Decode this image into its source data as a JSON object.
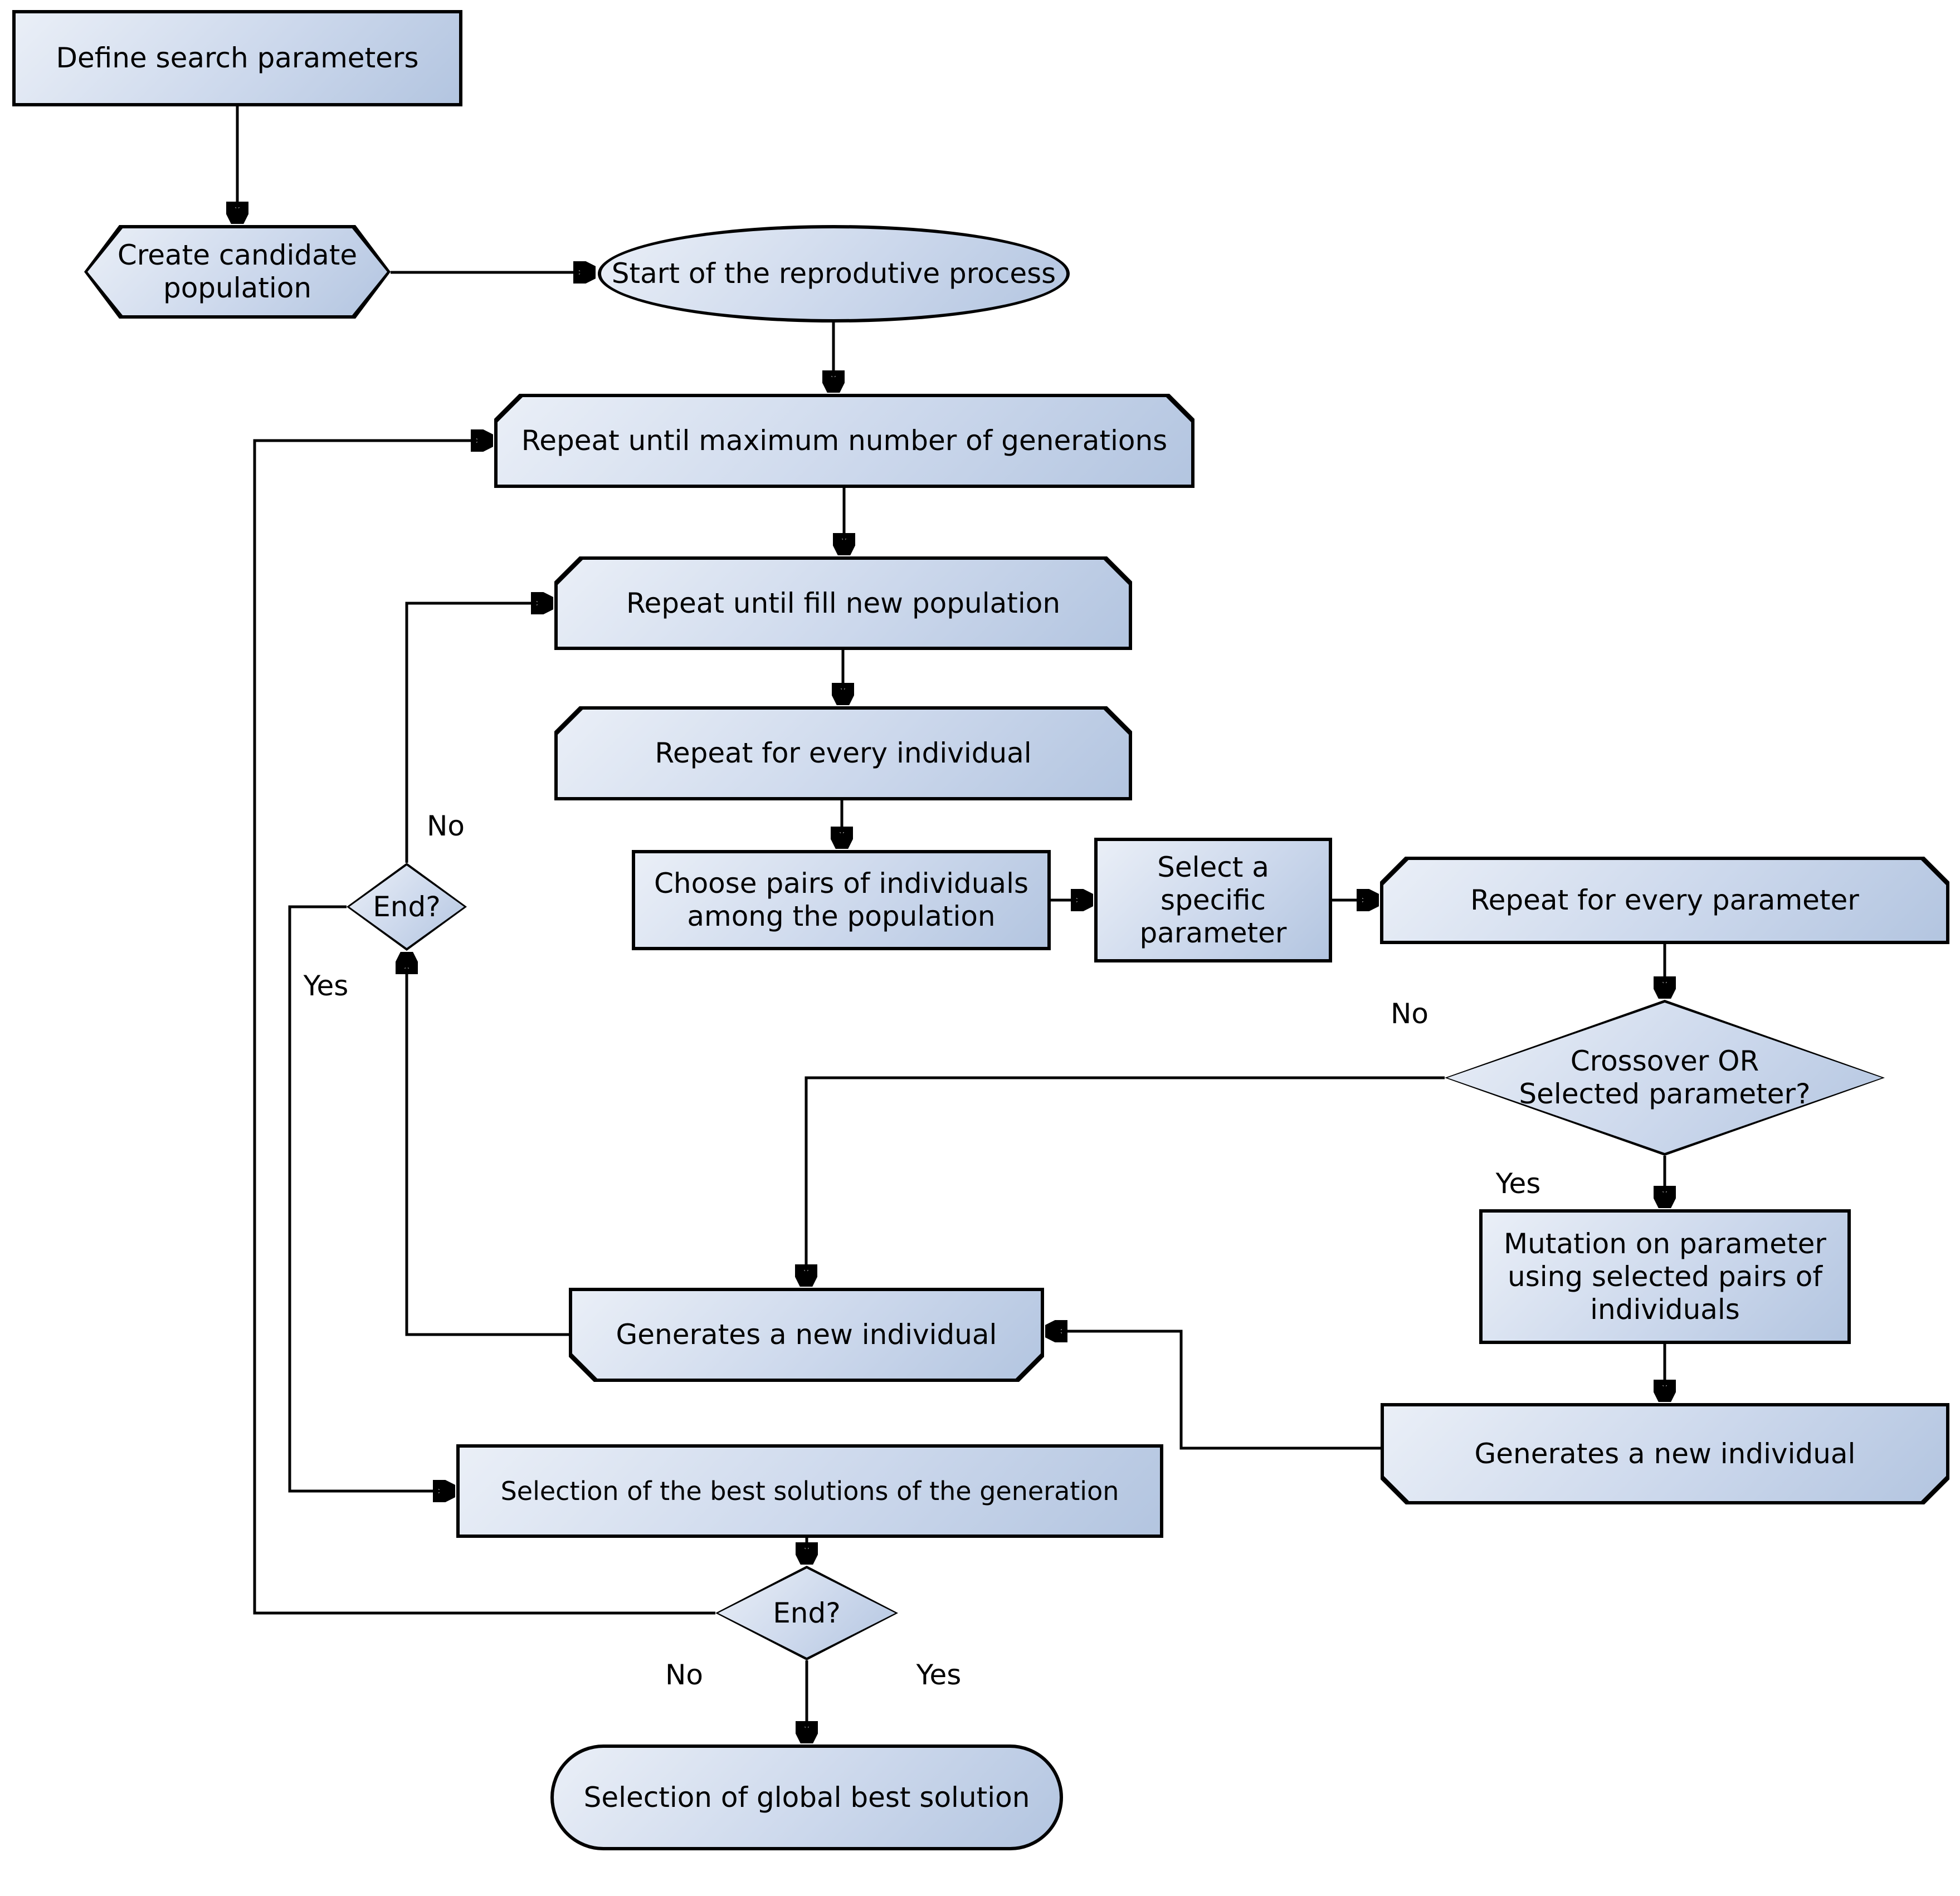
{
  "diagram": {
    "colors": {
      "background": "#ffffff",
      "node_border": "#000000",
      "node_fill_light": "#eaeff7",
      "node_fill_dark": "#b3c5e0",
      "text": "#000000"
    },
    "nodes": {
      "define_parameters": {
        "shape": "rectangle",
        "label": "Define search parameters"
      },
      "create_population": {
        "shape": "hexagon",
        "label": "Create candidate\npopulation"
      },
      "start_reproductive": {
        "shape": "ellipse",
        "label": "Start of the reprodutive process"
      },
      "repeat_generations": {
        "shape": "loop-start",
        "label": "Repeat until maximum number of generations"
      },
      "repeat_fill_population": {
        "shape": "loop-start",
        "label": "Repeat until fill new population"
      },
      "repeat_individual": {
        "shape": "loop-start",
        "label": "Repeat for every individual"
      },
      "choose_pairs": {
        "shape": "rectangle",
        "label": "Choose pairs of individuals\namong the population"
      },
      "select_parameter": {
        "shape": "rectangle",
        "label": "Select a\nspecific\nparameter"
      },
      "repeat_parameter": {
        "shape": "loop-start",
        "label": "Repeat for every parameter"
      },
      "crossover_decision": {
        "shape": "diamond",
        "label": "Crossover OR\nSelected parameter?"
      },
      "mutation": {
        "shape": "rectangle",
        "label": "Mutation on parameter\nusing selected pairs of\nindividuals"
      },
      "generates_right": {
        "shape": "loop-end",
        "label": "Generates a new individual"
      },
      "generates_left": {
        "shape": "loop-end",
        "label": "Generates a new individual"
      },
      "end_fill_decision": {
        "shape": "diamond",
        "label": "End?"
      },
      "selection_best": {
        "shape": "rectangle",
        "label": "Selection of the best solutions of the generation"
      },
      "end_generations_decision": {
        "shape": "diamond",
        "label": "End?"
      },
      "global_best": {
        "shape": "terminator",
        "label": "Selection of global best solution"
      }
    },
    "edge_labels": {
      "fill_no": "No",
      "fill_yes": "Yes",
      "crossover_no": "No",
      "crossover_yes": "Yes",
      "end_no": "No",
      "end_yes": "Yes"
    }
  }
}
